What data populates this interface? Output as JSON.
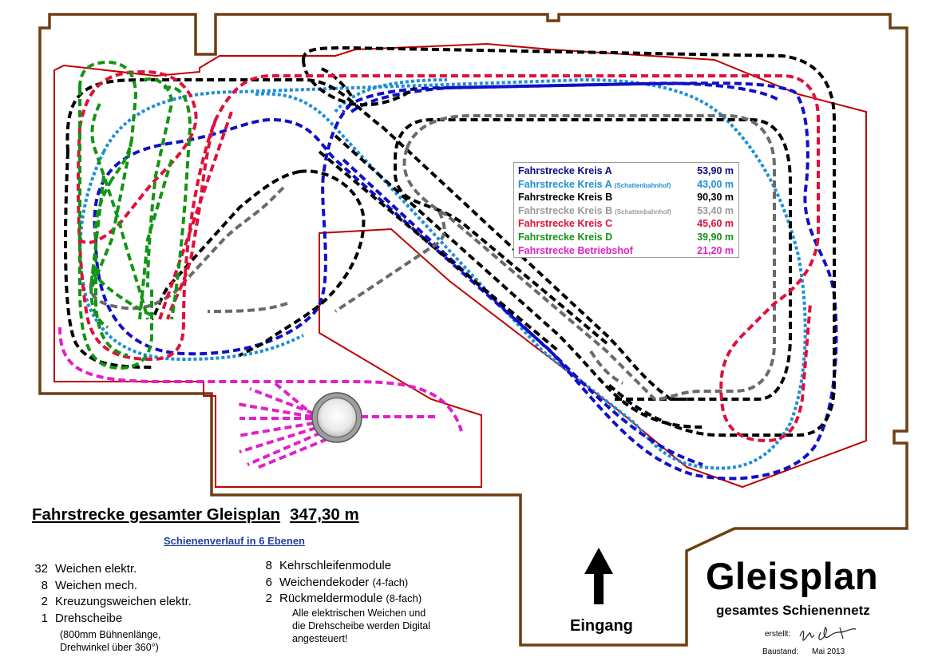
{
  "legend": [
    {
      "label": "Fahrstrecke Kreis A",
      "note": "",
      "value": "53,90 m",
      "color": "#0a0a8c"
    },
    {
      "label": "Fahrstrecke Kreis A",
      "note": "(Schattenbahnhof)",
      "value": "43,00 m",
      "color": "#1e8fd6"
    },
    {
      "label": "Fahrstrecke Kreis B",
      "note": "",
      "value": "90,30 m",
      "color": "#000000"
    },
    {
      "label": "Fahrstrecke Kreis B",
      "note": "(Schattenbahnhof)",
      "value": "53,40 m",
      "color": "#9a9a9a"
    },
    {
      "label": "Fahrstrecke Kreis C",
      "note": "",
      "value": "45,60 m",
      "color": "#e0103a"
    },
    {
      "label": "Fahrstrecke Kreis D",
      "note": "",
      "value": "39,90 m",
      "color": "#149414"
    },
    {
      "label": "Fahrstrecke Betriebshof",
      "note": "",
      "value": "21,20 m",
      "color": "#e020c8"
    }
  ],
  "total": {
    "label": "Fahrstrecke gesamter Gleisplan",
    "value": "347,30 m"
  },
  "levels_label": "Schienenverlauf in 6 Ebenen",
  "inventory_left": [
    {
      "count": "32",
      "text": "Weichen elektr.",
      "extra": ""
    },
    {
      "count": "8",
      "text": "Weichen mech.",
      "extra": ""
    },
    {
      "count": "2",
      "text": "Kreuzungsweichen elektr.",
      "extra": ""
    },
    {
      "count": "1",
      "text": "Drehscheibe",
      "extra": ""
    }
  ],
  "turntable_note": [
    "(800mm Bühnenlänge,",
    "Drehwinkel über 360°)"
  ],
  "inventory_right": [
    {
      "count": "8",
      "text": "Kehrschleifenmodule",
      "extra": ""
    },
    {
      "count": "6",
      "text": "Weichendekoder",
      "extra": "(4-fach)"
    },
    {
      "count": "2",
      "text": "Rückmeldermodule",
      "extra": "(8-fach)"
    }
  ],
  "digital_note": [
    "Alle elektrischen Weichen und",
    "die Drehscheibe werden Digital",
    "angesteuert!"
  ],
  "entrance_label": "Eingang",
  "title": "Gleisplan",
  "subtitle": "gesamtes Schienennetz",
  "created_label": "erstellt:",
  "status_label": "Baustand:",
  "status_value": "Mai 2013",
  "colors": {
    "wall": "#6e3f12",
    "baseboard": "#c00000"
  }
}
